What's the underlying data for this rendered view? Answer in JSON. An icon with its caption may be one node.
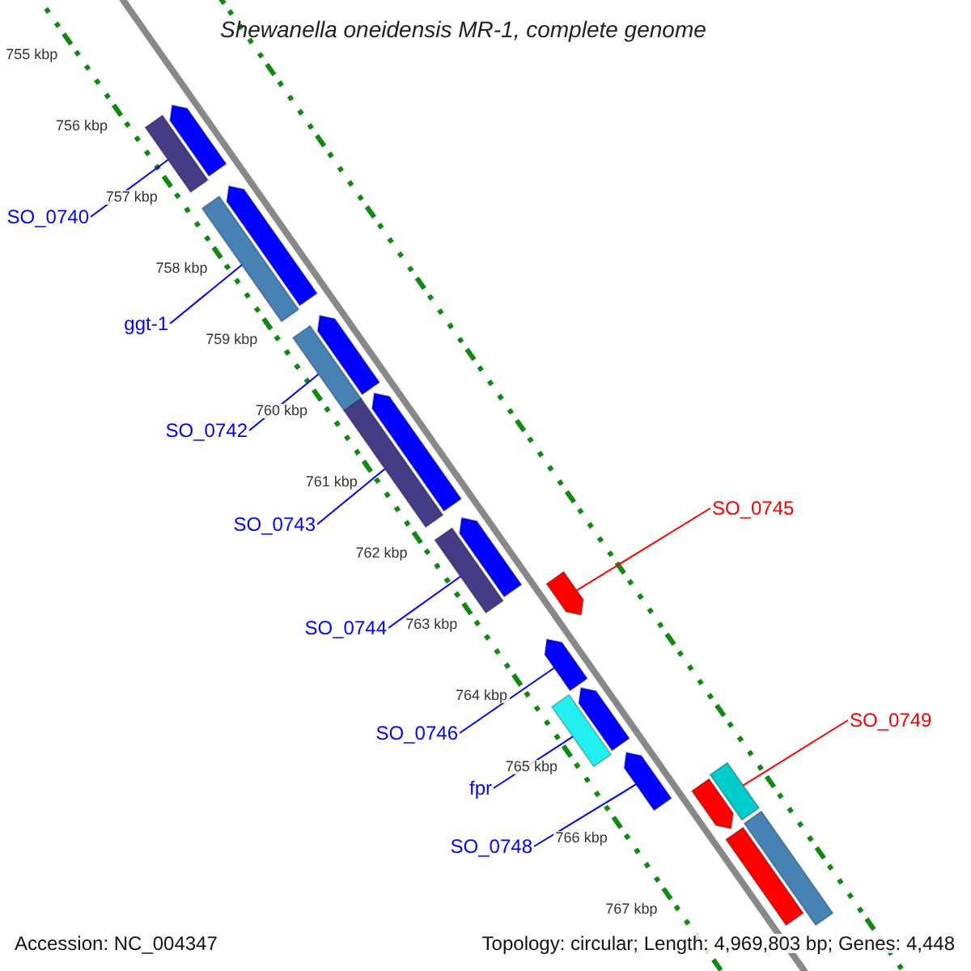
{
  "diagram": {
    "title": "Shewanella oneidensis MR-1, complete genome",
    "nodes": [
      {
        "text": [
          "SO_0740"
        ]
      },
      {
        "text": [
          "ggt-1"
        ]
      },
      {
        "text": [
          "SO_0742"
        ]
      },
      {
        "text": [
          "SO_0743"
        ]
      },
      {
        "text": [
          "SO_0744"
        ]
      },
      {
        "text": [
          "SO_0746"
        ]
      },
      {
        "text": [
          "fpr"
        ]
      },
      {
        "text": [
          "SO_0748"
        ]
      },
      {
        "text": [
          "SO_0745"
        ]
      },
      {
        "text": [
          "SO_0749"
        ]
      },
      {
        "text": [],
        "shape": "arrow"
      },
      {
        "text": [],
        "shape": "bar"
      },
      {
        "text": [],
        "shape": "arrow"
      },
      {
        "text": [],
        "shape": "bar"
      },
      {
        "text": [],
        "shape": "arrow"
      },
      {
        "text": [],
        "shape": "bar"
      },
      {
        "text": [],
        "shape": "arrow"
      },
      {
        "text": [],
        "shape": "bar"
      },
      {
        "text": [],
        "shape": "arrow"
      },
      {
        "text": [],
        "shape": "bar"
      },
      {
        "text": [],
        "shape": "arrow"
      },
      {
        "text": [],
        "shape": "arrow"
      },
      {
        "text": [],
        "shape": "arrow"
      },
      {
        "text": [],
        "shape": "bar"
      },
      {
        "text": [],
        "shape": "arrow"
      },
      {
        "text": [],
        "shape": "bar"
      },
      {
        "text": [],
        "shape": "arrow"
      },
      {
        "text": [],
        "shape": "bar"
      },
      {
        "text": [],
        "shape": "bar"
      }
    ],
    "edges": [
      {
        "from": 0,
        "to": 11,
        "arrow": "none"
      },
      {
        "from": 1,
        "to": 13,
        "arrow": "none"
      },
      {
        "from": 2,
        "to": 15,
        "arrow": "none"
      },
      {
        "from": 3,
        "to": 17,
        "arrow": "none"
      },
      {
        "from": 4,
        "to": 19,
        "arrow": "none"
      },
      {
        "from": 5,
        "to": 21,
        "arrow": "none"
      },
      {
        "from": 6,
        "to": 23,
        "arrow": "none"
      },
      {
        "from": 7,
        "to": 24,
        "arrow": "none"
      },
      {
        "from": 8,
        "to": 20,
        "arrow": "none",
        "color": "#ff0000"
      },
      {
        "from": 9,
        "to": 25,
        "arrow": "none",
        "color": "#ff0000"
      }
    ],
    "labels": [
      "755 kbp",
      "756 kbp",
      "757 kbp",
      "758 kbp",
      "759 kbp",
      "760 kbp",
      "761 kbp",
      "762 kbp",
      "763 kbp",
      "764 kbp",
      "765 kbp",
      "766 kbp",
      "767 kbp",
      "Accession: NC_004347",
      "Topology: circular; Length: 4,969,803 bp; Genes: 4,448"
    ]
  }
}
